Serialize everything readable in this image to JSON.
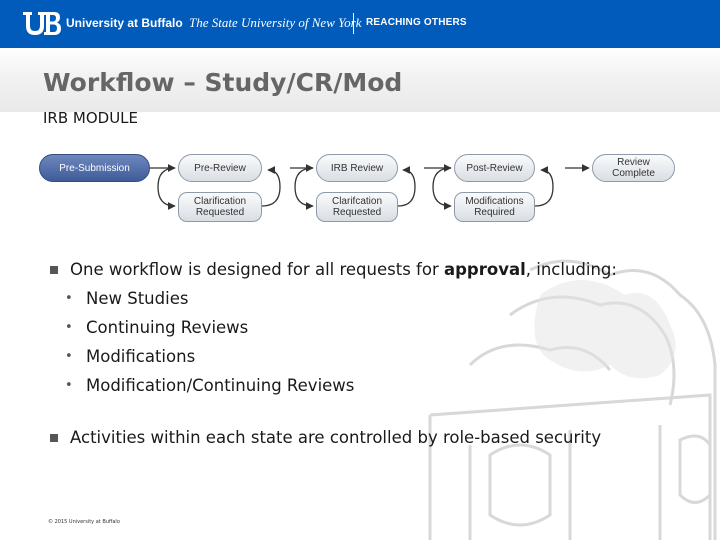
{
  "header": {
    "university": "University at Buffalo",
    "suny": "The State University of New York",
    "tagline": "REACHING OTHERS"
  },
  "slide": {
    "title": "Workflow – Study/CR/Mod",
    "subtitle": "IRB MODULE"
  },
  "workflow": {
    "states": [
      {
        "label": "Pre-Submission",
        "active": true
      },
      {
        "label": "Pre-Review"
      },
      {
        "label": "IRB Review"
      },
      {
        "label": "Post-Review"
      },
      {
        "label": "Review Complete"
      }
    ],
    "sub_states": [
      {
        "label": "Clarification Requested"
      },
      {
        "label": "Clarifcation Requested"
      },
      {
        "label": "Modifications Required"
      }
    ]
  },
  "bullets": {
    "main_1": {
      "before": "One workflow is designed for all requests for ",
      "emphasis": "approval",
      "after": ", including:"
    },
    "sub_items": [
      "New Studies",
      "Continuing Reviews",
      "Modifications",
      "Modification/Continuing Reviews"
    ],
    "main_2": "Activities within each state are controlled by role-based security"
  },
  "footer": {
    "copyright": "© 2015 University at Buffalo"
  },
  "colors": {
    "header_blue": "#005bbb",
    "active_state": "#4a67a3",
    "title_gray": "#666666"
  }
}
